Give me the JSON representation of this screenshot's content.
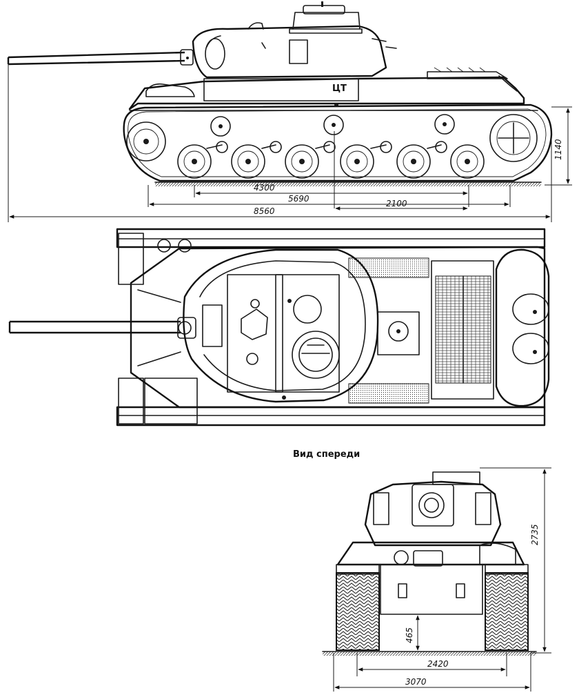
{
  "side_view": {
    "center_of_gravity_label": "ЦТ",
    "dimensions": {
      "total_length": "8560",
      "hull_length": "5690",
      "track_contact": "4300",
      "wheel_span": "2100",
      "height": "1140"
    }
  },
  "front_view": {
    "title": "Вид спереди",
    "dimensions": {
      "height": "2735",
      "clearance": "465",
      "track_gauge": "2420",
      "width": "3070"
    }
  }
}
